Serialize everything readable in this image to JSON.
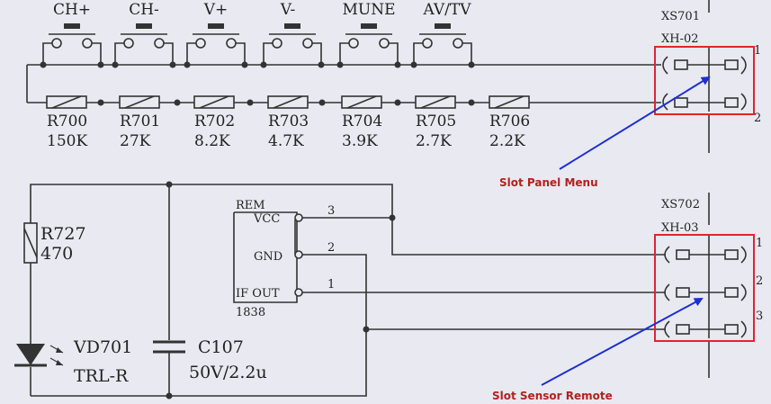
{
  "buttons": [
    {
      "label": "CH+"
    },
    {
      "label": "CH-"
    },
    {
      "label": "V+"
    },
    {
      "label": "V-"
    },
    {
      "label": "MUNE"
    },
    {
      "label": "AV/TV"
    }
  ],
  "resistors": [
    {
      "ref": "R700",
      "value": "150K"
    },
    {
      "ref": "R701",
      "value": "27K"
    },
    {
      "ref": "R702",
      "value": "8.2K"
    },
    {
      "ref": "R703",
      "value": "4.7K"
    },
    {
      "ref": "R704",
      "value": "3.9K"
    },
    {
      "ref": "R705",
      "value": "2.7K"
    },
    {
      "ref": "R706",
      "value": "2.2K"
    }
  ],
  "connector_panel": {
    "ref": "XS701",
    "type": "XH-02",
    "pins": [
      "1",
      "2"
    ]
  },
  "connector_sensor": {
    "ref": "XS702",
    "type": "XH-03",
    "pins": [
      "1",
      "2",
      "3"
    ]
  },
  "r727": {
    "ref": "R727",
    "value": "470"
  },
  "led": {
    "ref": "VD701",
    "type": "TRL-R"
  },
  "cap": {
    "ref": "C107",
    "value": "50V/2.2u"
  },
  "remote_module": {
    "name": "REM",
    "part": "1838",
    "pins": [
      {
        "label": "VCC",
        "num": "3"
      },
      {
        "label": "GND",
        "num": "2"
      },
      {
        "label": "IF OUT",
        "num": "1"
      }
    ]
  },
  "annotations": {
    "panel": "Slot Panel Menu",
    "sensor": "Slot Sensor Remote"
  },
  "colors": {
    "highlight": "#e0262a",
    "arrow": "#1c2fd6",
    "annotation": "#b2221e",
    "wire": "#333333"
  }
}
